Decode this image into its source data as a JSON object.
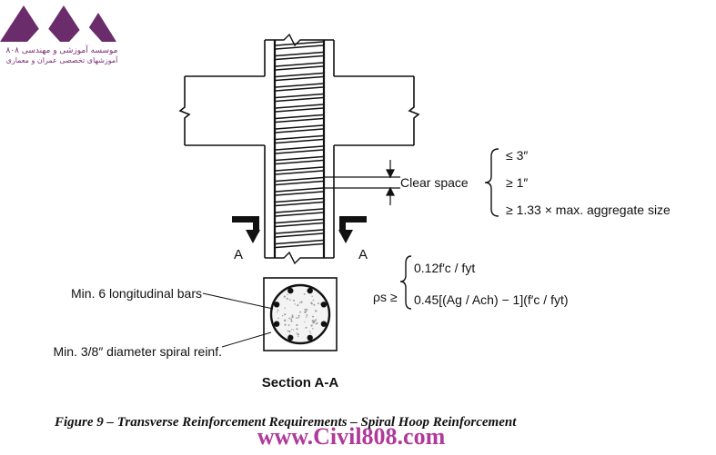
{
  "logo": {
    "line1": "موسسه آموزشی و مهندسی ۸۰۸",
    "line2": "آموزشهای تخصصی عمران و معماری",
    "color": "#6b2c6b"
  },
  "clear_space": {
    "label": "Clear space",
    "req1": "≤ 3″",
    "req2": "≥ 1″",
    "req3": "≥ 1.33 × max. aggregate size"
  },
  "section_marks": {
    "left": "A",
    "right": "A"
  },
  "labels": {
    "long_bars": "Min. 6 longitudinal bars",
    "spiral": "Min. 3/8″ diameter spiral reinf.",
    "section_title": "Section A-A"
  },
  "formula": {
    "lhs": "ρs ≥",
    "line1": "0.12f′c / fyt",
    "line2": "0.45[(Ag / Ach) − 1](f′c / fyt)"
  },
  "caption": "Figure 9 – Transverse Reinforcement Requirements – Spiral Hoop Reinforcement",
  "watermark": "www.Civil808.com"
}
